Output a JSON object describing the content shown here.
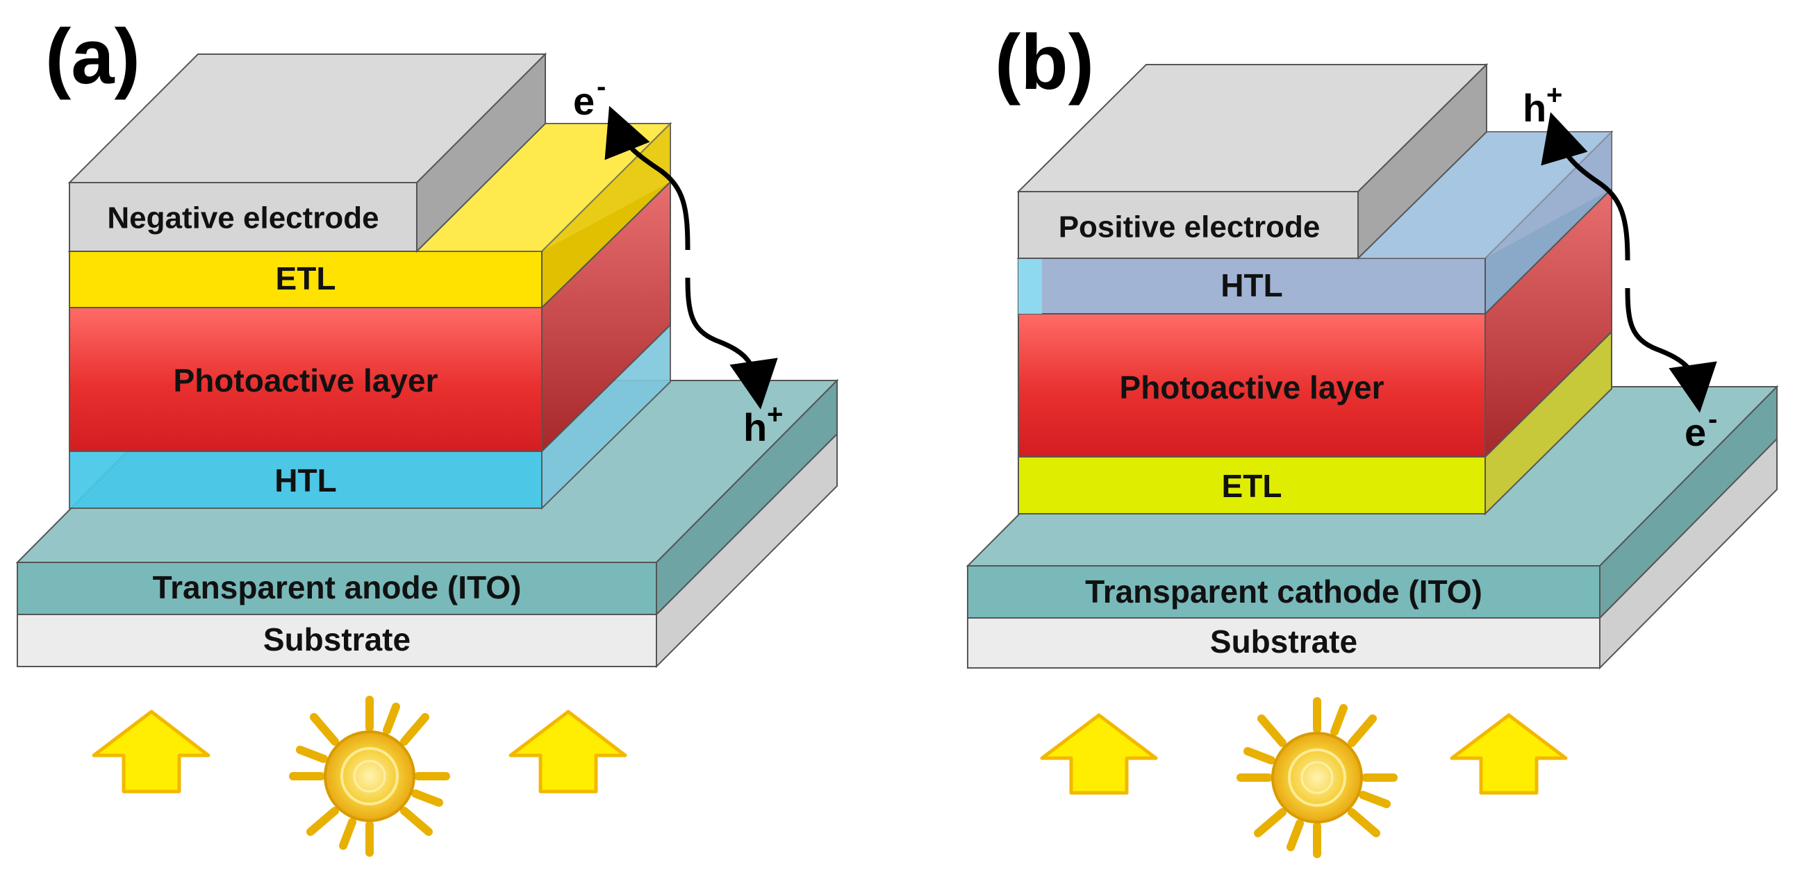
{
  "panels": [
    {
      "id": "a",
      "label": "(a)",
      "electrode_label": "Negative electrode",
      "top_transport_label": "ETL",
      "active_label": "Photoactive layer",
      "bottom_transport_label": "HTL",
      "ito_label": "Transparent anode (ITO)",
      "substrate_label": "Substrate",
      "top_carrier": {
        "base": "e",
        "sup": "-"
      },
      "bottom_carrier": {
        "base": "h",
        "sup": "+"
      },
      "colors": {
        "top_transport": "#ffe200",
        "active_front": "#e8302f",
        "bottom_transport": "#46c8e8",
        "ito": "#7bbcbc",
        "substrate": "#ececec",
        "electrode": "#d6d6d6"
      }
    },
    {
      "id": "b",
      "label": "(b)",
      "electrode_label": "Positive electrode",
      "top_transport_label": "HTL",
      "active_label": "Photoactive layer",
      "bottom_transport_label": "ETL",
      "ito_label": "Transparent cathode (ITO)",
      "substrate_label": "Substrate",
      "top_carrier": {
        "base": "h",
        "sup": "+"
      },
      "bottom_carrier": {
        "base": "e",
        "sup": "-"
      },
      "colors": {
        "top_transport": "#a2b4d4",
        "active_front": "#e8302f",
        "bottom_transport": "#dfee00",
        "ito": "#7bbcbc",
        "substrate": "#ececec",
        "electrode": "#d6d6d6"
      }
    }
  ],
  "illumination": {
    "arrow_color": "#ffee00",
    "arrow_outline": "#f2b800",
    "sun_color": "#f5c518",
    "sun_icon": "sun-icon",
    "arrow_icon": "up-arrow-icon"
  }
}
